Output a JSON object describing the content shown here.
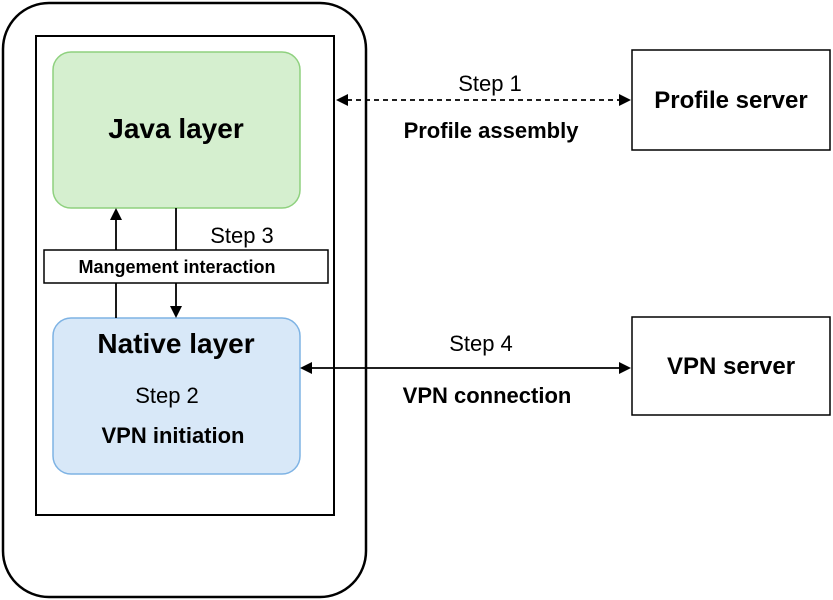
{
  "java_layer": {
    "title": "Java layer",
    "fill": "#d5efcf",
    "stroke": "#8fd17f"
  },
  "native_layer": {
    "title": "Native layer",
    "step": "Step 2",
    "caption": "VPN initiation",
    "fill": "#d8e8f8",
    "stroke": "#7eb3e4"
  },
  "management": {
    "step": "Step 3",
    "label": "Mangement interaction"
  },
  "profile_link": {
    "step": "Step 1",
    "caption": "Profile assembly"
  },
  "profile_server": {
    "label": "Profile server"
  },
  "vpn_link": {
    "step": "Step 4",
    "caption": "VPN connection"
  },
  "vpn_server": {
    "label": "VPN server"
  }
}
